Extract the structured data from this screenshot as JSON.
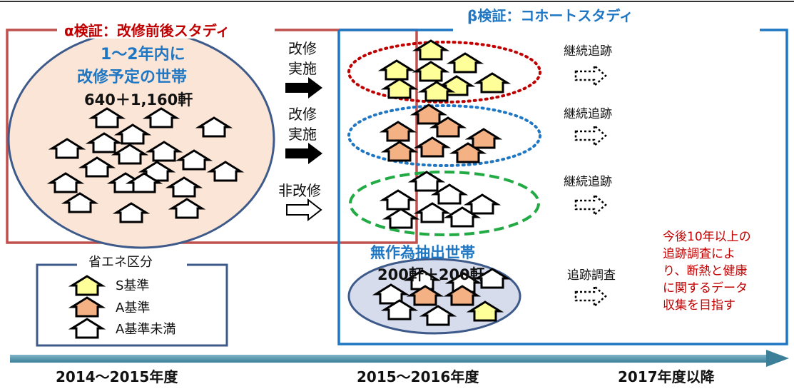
{
  "alpha": {
    "title": "α検証：改修前後スタディ",
    "group_line1": "1～2年内に",
    "group_line2": "改修予定の世帯",
    "count": "640＋1,160軒"
  },
  "beta": {
    "title": "β検証：コホートスタディ",
    "random_group": "無作為抽出世帯",
    "random_count": "200軒＋200軒"
  },
  "arrows": [
    {
      "line1": "改修",
      "line2": "実施"
    },
    {
      "line1": "改修",
      "line2": "実施"
    },
    {
      "line1": "非改修",
      "line2": ""
    }
  ],
  "follow_labels": [
    "継続追跡",
    "継続追跡",
    "継続追跡",
    "追跡調査"
  ],
  "note": [
    "今後10年以上の",
    "追跡調査によ",
    "り、断熱と健康",
    "に関するデータ",
    "収集を目指す"
  ],
  "legend": {
    "title": "省エネ区分",
    "items": [
      {
        "label": "S基準",
        "color": "#ffff99"
      },
      {
        "label": "A基準",
        "color": "#f4b183"
      },
      {
        "label": "A基準未満",
        "color": "#ffffff"
      }
    ]
  },
  "timeline": [
    "2014～2015年度",
    "2015～2016年度",
    "2017年度以降"
  ],
  "colors": {
    "alpha_red": "#c00000",
    "beta_blue": "#1f77c4",
    "group_fill": "#fbe5d6",
    "group_border": "#3d5a8a",
    "random_fill": "#d6dcec",
    "timeline_arrow": "#4a90a8",
    "green_dash": "#22aa44",
    "blue_dot": "#1f77c4",
    "red_dot": "#c00000"
  },
  "icons": [
    "house-icon",
    "right-arrow-icon",
    "hollow-right-arrow-icon",
    "dashed-arrow-icon"
  ]
}
